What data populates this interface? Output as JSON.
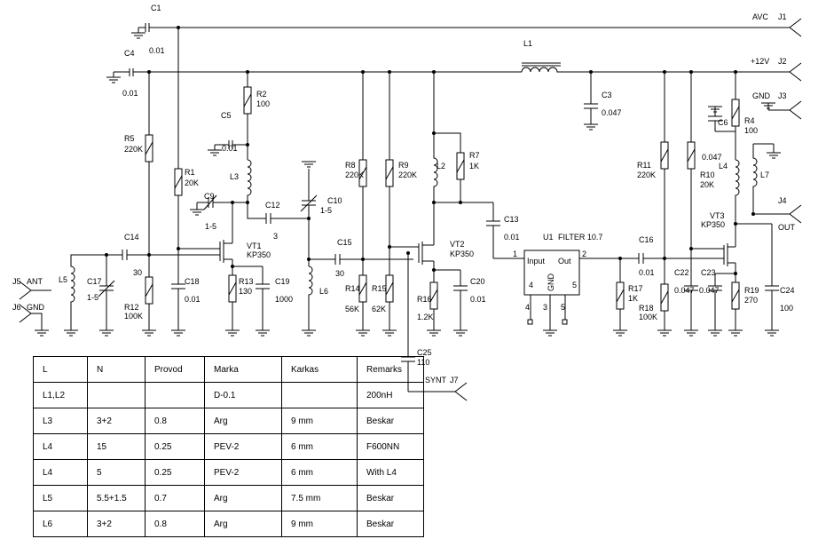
{
  "connectors": {
    "j1": {
      "name": "AVC",
      "ref": "J1"
    },
    "j2": {
      "name": "+12V",
      "ref": "J2"
    },
    "j3": {
      "name": "GND",
      "ref": "J3"
    },
    "j4": {
      "ref": "J4",
      "name": "OUT"
    },
    "j5": {
      "ref": "J5",
      "name": "ANT"
    },
    "j6": {
      "ref": "J6",
      "name": "GND"
    },
    "j7": {
      "name": "SYNT",
      "ref": "J7"
    }
  },
  "components": {
    "c1": {
      "ref": "C1",
      "value": "0.01"
    },
    "c3": {
      "ref": "C3",
      "value": "0.047"
    },
    "c4": {
      "ref": "C4",
      "value": "0.01"
    },
    "c5": {
      "ref": "C5",
      "value": "0.01"
    },
    "c6": {
      "ref": "C6",
      "value": "0.047"
    },
    "c9": {
      "ref": "C9",
      "value": "1-5"
    },
    "c10": {
      "ref": "C10",
      "value": "1-5"
    },
    "c12": {
      "ref": "C12",
      "value": "3"
    },
    "c13": {
      "ref": "C13",
      "value": "0.01"
    },
    "c14": {
      "ref": "C14",
      "value": "30"
    },
    "c15": {
      "ref": "C15",
      "value": "30"
    },
    "c16": {
      "ref": "C16",
      "value": "0.01"
    },
    "c17": {
      "ref": "C17",
      "value": "1-5"
    },
    "c18": {
      "ref": "C18",
      "value": "0.01"
    },
    "c19": {
      "ref": "C19",
      "value": "1000"
    },
    "c20": {
      "ref": "C20",
      "value": "0.01"
    },
    "c22": {
      "ref": "C22",
      "value": "0.047"
    },
    "c23": {
      "ref": "C23",
      "value": "0.047"
    },
    "c24": {
      "ref": "C24",
      "value": "100"
    },
    "c25": {
      "ref": "C25",
      "value": "110"
    },
    "r1": {
      "ref": "R1",
      "value": "20K"
    },
    "r2": {
      "ref": "R2",
      "value": "100"
    },
    "r4": {
      "ref": "R4",
      "value": "100"
    },
    "r5": {
      "ref": "R5",
      "value": "220K"
    },
    "r7": {
      "ref": "R7",
      "value": "1K"
    },
    "r8": {
      "ref": "R8",
      "value": "220K"
    },
    "r9": {
      "ref": "R9",
      "value": "220K"
    },
    "r10": {
      "ref": "R10",
      "value": "20K"
    },
    "r11": {
      "ref": "R11",
      "value": "220K"
    },
    "r12": {
      "ref": "R12",
      "value": "100K"
    },
    "r13": {
      "ref": "R13",
      "value": "130"
    },
    "r14": {
      "ref": "R14",
      "value": "56K"
    },
    "r15": {
      "ref": "R15",
      "value": "62K"
    },
    "r16": {
      "ref": "R16",
      "value": "1.2K"
    },
    "r17": {
      "ref": "R17",
      "value": "1K"
    },
    "r18": {
      "ref": "R18",
      "value": "100K"
    },
    "r19": {
      "ref": "R19",
      "value": "270"
    },
    "l1": {
      "ref": "L1"
    },
    "l2": {
      "ref": "L2"
    },
    "l3": {
      "ref": "L3"
    },
    "l4": {
      "ref": "L4"
    },
    "l5": {
      "ref": "L5"
    },
    "l6": {
      "ref": "L6"
    },
    "l7": {
      "ref": "L7"
    },
    "vt1": {
      "ref": "VT1",
      "value": "KP350"
    },
    "vt2": {
      "ref": "VT2",
      "value": "KP350"
    },
    "vt3": {
      "ref": "VT3",
      "value": "KP350"
    },
    "u1": {
      "ref": "U1",
      "value": "FILTER 10.7",
      "pin_input": "Input",
      "pin_out": "Out",
      "pin_gnd": "GND",
      "pin1": "1",
      "pin2": "2",
      "pin3": "3",
      "pin4": "4",
      "pin5": "5"
    }
  },
  "table": {
    "headers": [
      "L",
      "N",
      "Provod",
      "Marka",
      "Karkas",
      "Remarks"
    ],
    "rows": [
      [
        "L1,L2",
        "",
        "",
        "D-0.1",
        "",
        "200nH"
      ],
      [
        "L3",
        "3+2",
        "0.8",
        "Arg",
        "9 mm",
        "Beskar"
      ],
      [
        "L4",
        "15",
        "0.25",
        "PEV-2",
        "6 mm",
        "F600NN"
      ],
      [
        "L4",
        "5",
        "0.25",
        "PEV-2",
        "6 mm",
        "With L4"
      ],
      [
        "L5",
        "5.5+1.5",
        "0.7",
        "Arg",
        "7.5 mm",
        "Beskar"
      ],
      [
        "L6",
        "3+2",
        "0.8",
        "Arg",
        "9 mm",
        "Beskar"
      ]
    ]
  }
}
